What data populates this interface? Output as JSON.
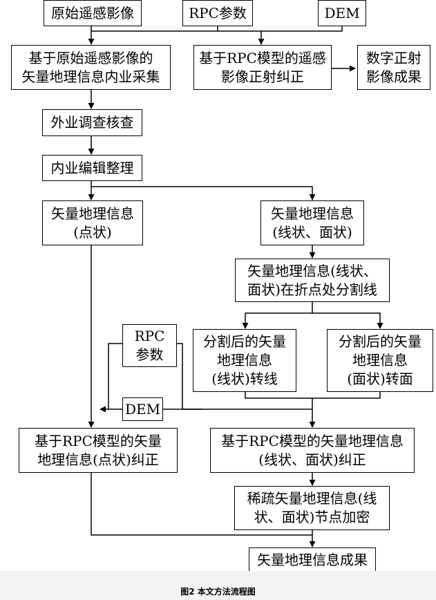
{
  "nodes": {
    "original_image": [
      "原始遥感影像"
    ],
    "rpc_top": [
      "RPC参数"
    ],
    "dem_top": [
      "DEM"
    ],
    "indoor_collect": [
      "基于原始遥感影像的",
      "矢量地理信息内业采集"
    ],
    "rpc_ortho": [
      "基于RPC模型的遥感",
      "影像正射纠正"
    ],
    "dom_result": [
      "数字正射",
      "影像成果"
    ],
    "field_check": [
      "外业调查核查"
    ],
    "indoor_edit": [
      "内业编辑整理"
    ],
    "point_info": [
      "矢量地理信息",
      "(点状)"
    ],
    "line_area_info": [
      "矢量地理信息",
      "(线状、面状)"
    ],
    "split_lines": [
      "矢量地理信息(线状、",
      "面状)在折点处分割线"
    ],
    "split_line_to_line": [
      "分割后的矢量",
      "地理信息",
      "(线状)转线"
    ],
    "split_area_to_area": [
      "分割后的矢量",
      "地理信息",
      "(面状)转面"
    ],
    "rpc_mid": [
      "RPC",
      "参数"
    ],
    "dem_mid": [
      "DEM"
    ],
    "point_correct": [
      "基于RPC模型的矢量",
      "地理信息(点状)纠正"
    ],
    "line_area_correct": [
      "基于RPC模型的矢量地理信息",
      "(线状、面状)纠正"
    ],
    "densify": [
      "稀疏矢量地理信息(线",
      "状、面状)节点加密"
    ],
    "final_result": [
      "矢量地理信息成果"
    ]
  },
  "caption": "图2   本文方法流程图"
}
